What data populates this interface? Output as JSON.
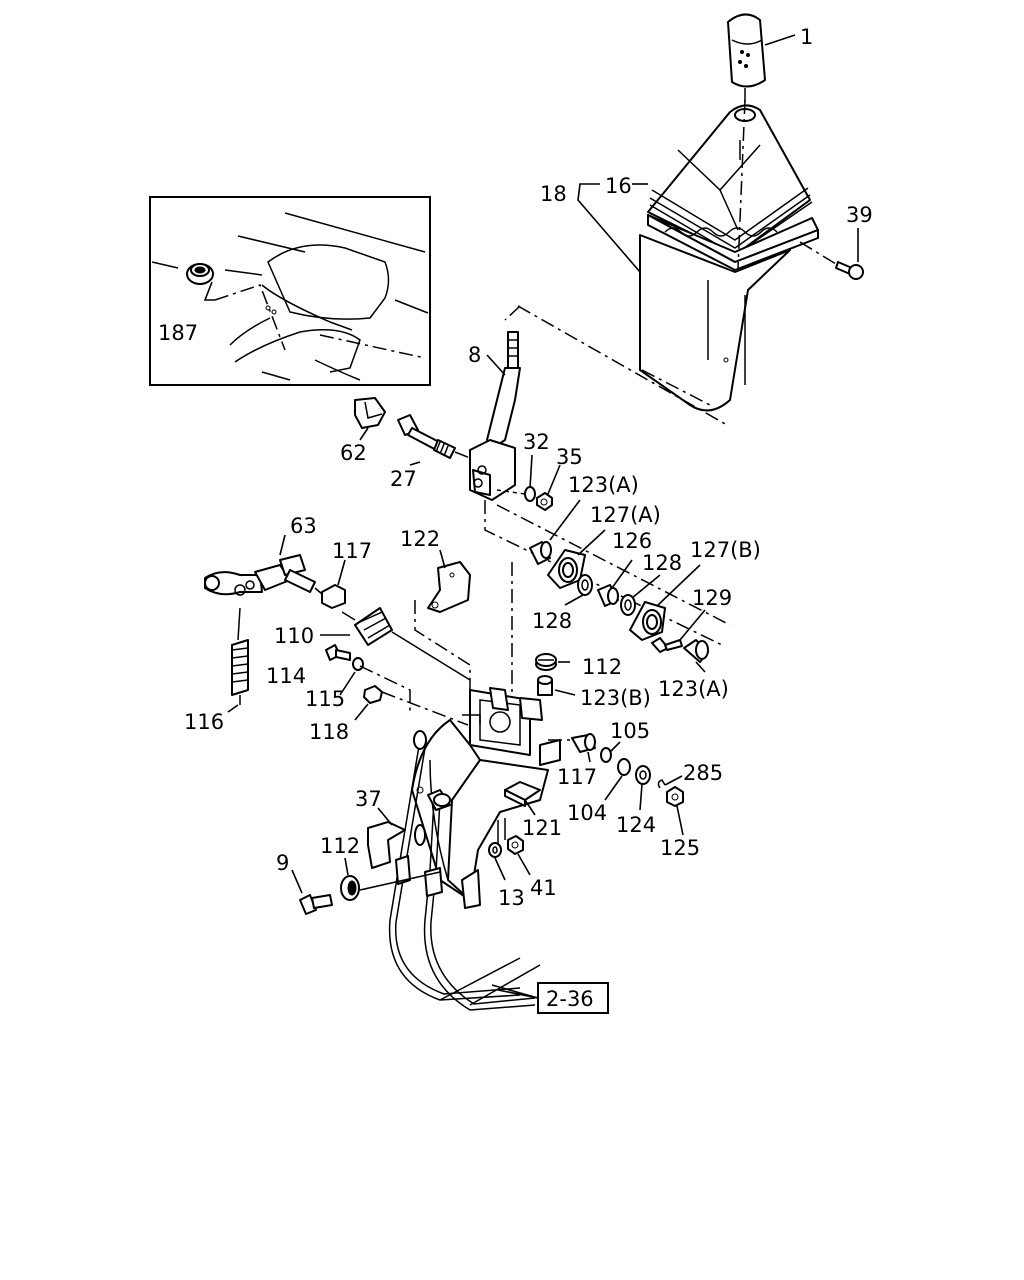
{
  "diagram": {
    "labels": {
      "p1": "1",
      "p16": "16",
      "p18": "18",
      "p39": "39",
      "p187": "187",
      "p8": "8",
      "p62": "62",
      "p27": "27",
      "p32": "32",
      "p35": "35",
      "p123a_top": "123(A)",
      "p127a": "127(A)",
      "p126": "126",
      "p128_top": "128",
      "p127b": "127(B)",
      "p128_bottom": "128",
      "p129": "129",
      "p63": "63",
      "p117_top": "117",
      "p122": "122",
      "p110": "110",
      "p114": "114",
      "p115": "115",
      "p116": "116",
      "p118": "118",
      "p112_right": "112",
      "p123b": "123(B)",
      "p123a_right": "123(A)",
      "p105": "105",
      "p117_bottom": "117",
      "p285": "285",
      "p104": "104",
      "p124": "124",
      "p125": "125",
      "p37": "37",
      "p121": "121",
      "p112_left": "112",
      "p9": "9",
      "p13": "13",
      "p41": "41",
      "ref_2_36": "2-36"
    }
  }
}
